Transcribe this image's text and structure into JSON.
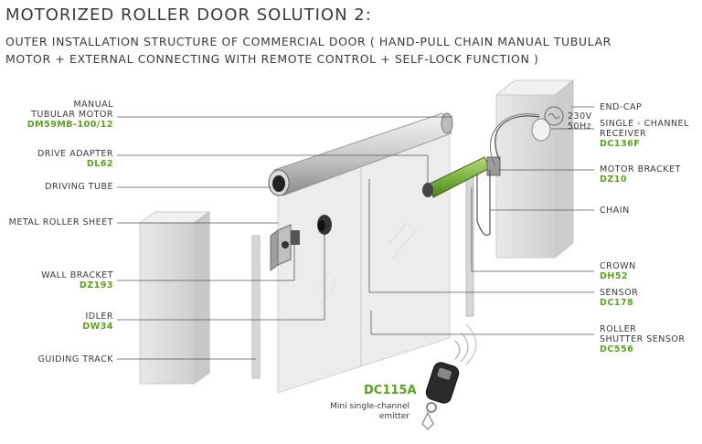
{
  "title": "MOTORIZED ROLLER DOOR  SOLUTION 2:",
  "subtitle_line1": "OUTER INSTALLATION STRUCTURE OF COMMERCIAL DOOR ( HAND-PULL CHAIN MANUAL TUBULAR",
  "subtitle_line2": "MOTOR + EXTERNAL CONNECTING WITH REMOTE CONTROL + SELF-LOCK FUNCTION )",
  "left_labels": {
    "motor_line1": "MANUAL",
    "motor_line2": "TUBULAR MOTOR",
    "motor_code": "DM59MB-100/12",
    "drive_adapter": "DRIVE ADAPTER",
    "drive_adapter_code": "DL62",
    "driving_tube": "DRIVING TUBE",
    "metal_roller_sheet": "METAL ROLLER SHEET",
    "wall_bracket": "WALL BRACKET",
    "wall_bracket_code": "DZ193",
    "idler": "IDLER",
    "idler_code": "DW34",
    "guiding_track": "GUIDING TRACK"
  },
  "right_labels": {
    "end_cap": "END-CAP",
    "receiver_line1": "SINGLE -  CHANNEL",
    "receiver_line2": "RECEIVER",
    "receiver_code": "DC136F",
    "motor_bracket": "MOTOR BRACKET",
    "motor_bracket_code": "DZ10",
    "chain": "CHAIN",
    "crown": "CROWN",
    "crown_code": "DH52",
    "sensor": "SENSOR",
    "sensor_code": "DC178",
    "shutter_line1": "ROLLER",
    "shutter_line2": "SHUTTER SENSOR",
    "shutter_code": "DC556"
  },
  "power": {
    "voltage": "230V",
    "frequency": "50Hz"
  },
  "remote": {
    "code": "DC115A",
    "desc_line1": "Mini single-channel",
    "desc_line2": "emitter"
  },
  "colors": {
    "accent_green": "#5aa51a",
    "text": "#3a3a3a",
    "leader_line": "#555555"
  }
}
